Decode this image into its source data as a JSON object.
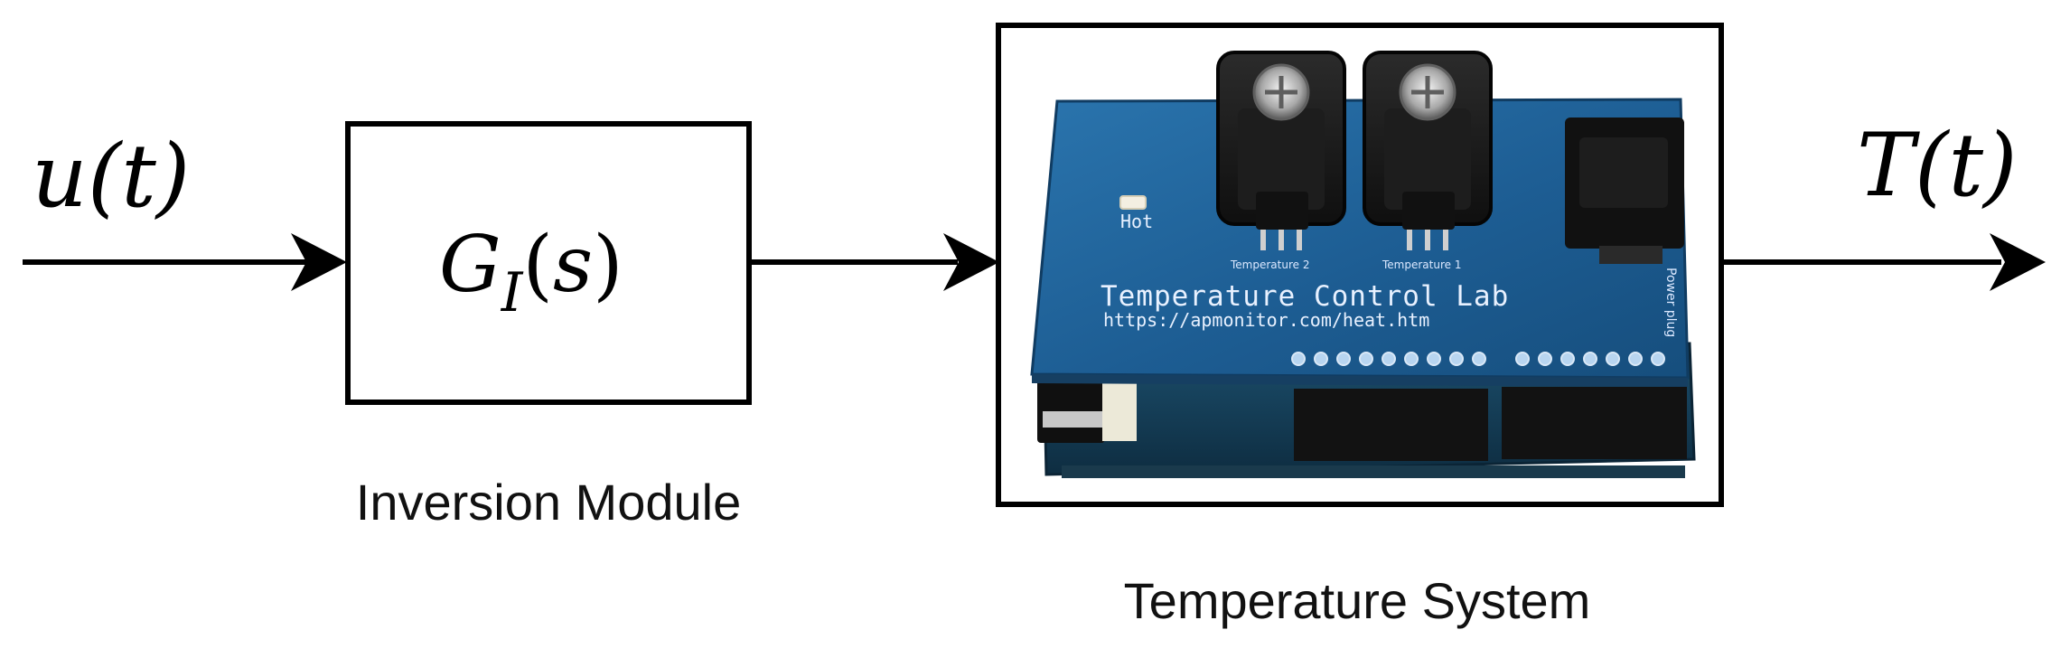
{
  "diagram": {
    "input_signal": "u(t)",
    "output_signal": "T(t)",
    "inversion_block": {
      "transfer_function": "G_I(s)",
      "caption": "Inversion Module"
    },
    "plant_block": {
      "caption": "Temperature System",
      "board": {
        "title": "Temperature Control Lab",
        "url": "https://apmonitor.com/heat.htm",
        "led_label": "Hot",
        "sensor_1_label": "Temperature 1",
        "sensor_2_label": "Temperature 2",
        "power_label": "Power plug"
      }
    }
  },
  "colors": {
    "line": "#000000",
    "pcb_blue": "#1f5f93",
    "pcb_blue_dark": "#12406a",
    "arduino_blue": "#123b55",
    "heater_black": "#151515"
  }
}
